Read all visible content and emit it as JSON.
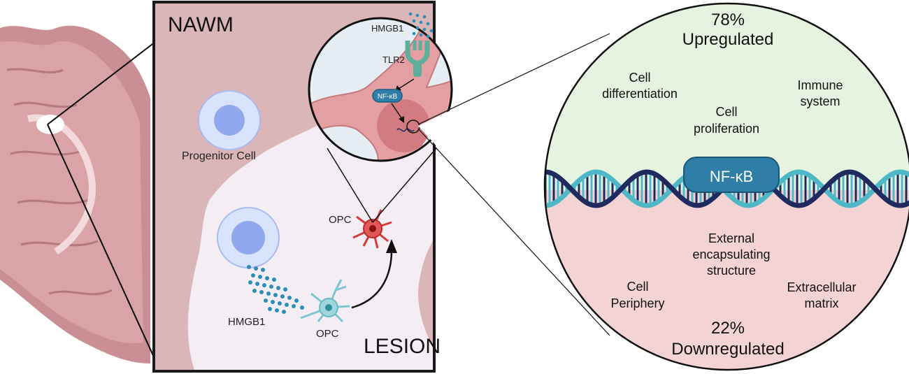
{
  "left_panel": {
    "region_top": "NAWM",
    "region_bottom": "LESION",
    "progenitor_label": "Progenitor Cell",
    "hmgb1_label": "HMGB1",
    "opc_left_label": "OPC",
    "opc_top_label": "OPC"
  },
  "inset": {
    "hmgb1_label": "HMGB1",
    "tlr2_label": "TLR2",
    "nfkb_label": "NF-κB"
  },
  "right_circle": {
    "up_percent": "78%",
    "up_label": "Upregulated",
    "terms_up": [
      "Cell",
      "differentiation",
      "Immune",
      "system",
      "Cell",
      "proliferation"
    ],
    "nfkb_label": "NF-κB",
    "terms_down": [
      "External",
      "encapsulating",
      "structure",
      "Cell",
      "Periphery",
      "Extracellular",
      "matrix"
    ],
    "down_percent": "22%",
    "down_label": "Downregulated"
  },
  "colors": {
    "up_bg": "#e6f3e0",
    "down_bg": "#f3d3d3",
    "nawm_bg": "#dbb6b8",
    "lesion_bg": "#f4eef4",
    "nfkb_fill": "#2f7ea8",
    "dna_dark": "#1f2b5e",
    "dna_light": "#4fb8c6",
    "opc_red": "#d83a3a",
    "opc_teal": "#7cc6cf"
  }
}
